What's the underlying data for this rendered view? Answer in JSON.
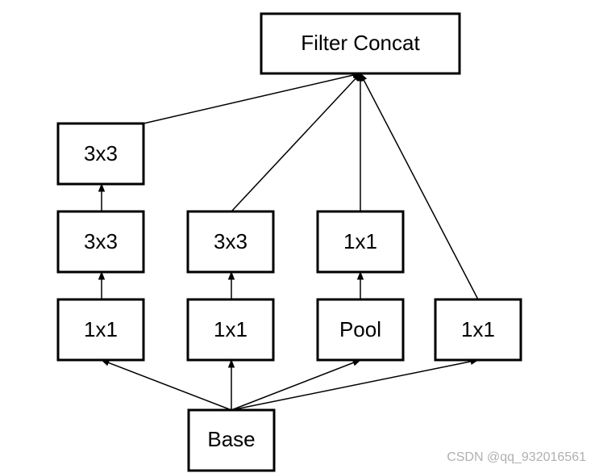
{
  "nodes": {
    "filter_concat": "Filter Concat",
    "base": "Base",
    "b1_1x1": "1x1",
    "b1_3x3_a": "3x3",
    "b1_3x3_b": "3x3",
    "b2_1x1": "1x1",
    "b2_3x3": "3x3",
    "b3_pool": "Pool",
    "b3_1x1": "1x1",
    "b4_1x1": "1x1"
  },
  "watermark": "CSDN @qq_932016561"
}
